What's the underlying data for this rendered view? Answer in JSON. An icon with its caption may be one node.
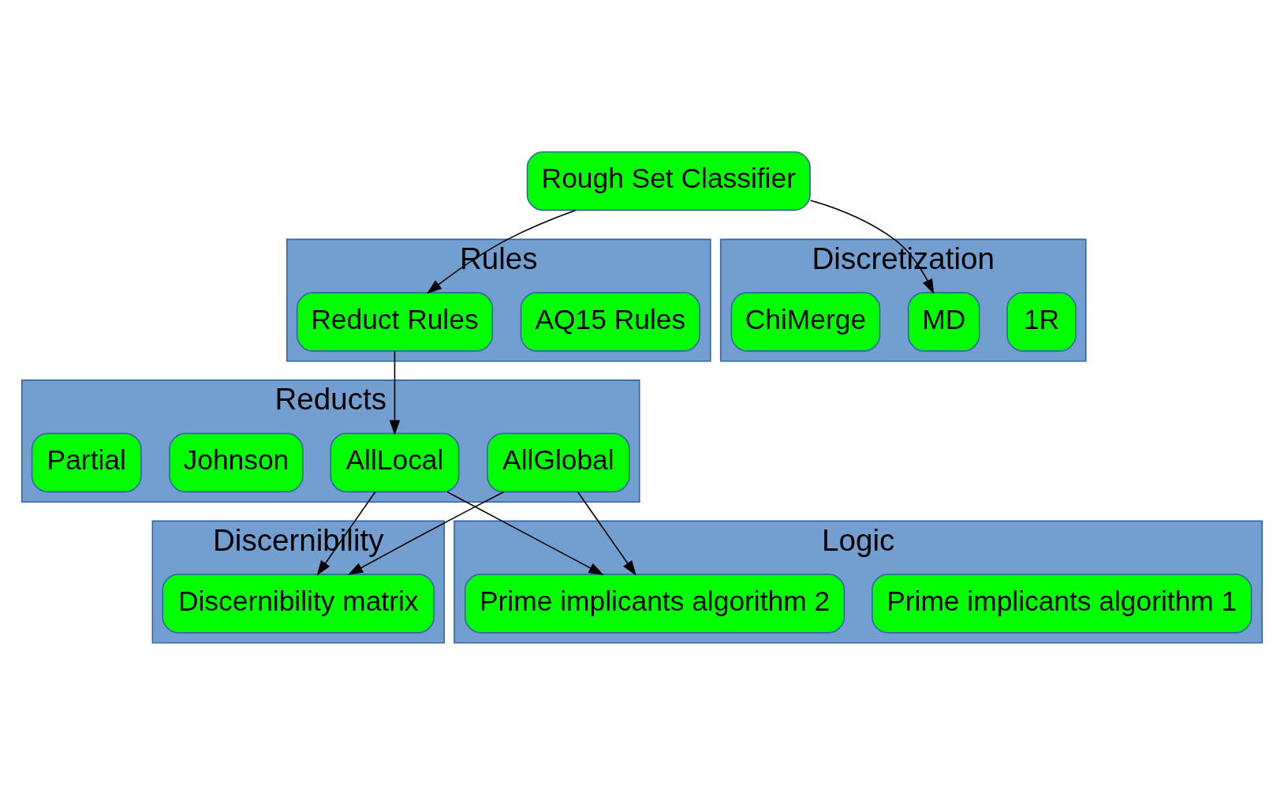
{
  "diagram": {
    "nodes": [
      {
        "text": [
          "Rough Set Classifier"
        ]
      },
      {
        "text": [
          "Rules"
        ]
      },
      {
        "text": [
          "AQ15 Rules"
        ],
        "in": 1
      },
      {
        "text": [
          "Reduct Rules"
        ],
        "in": 1
      },
      {
        "text": [
          "Discernibility"
        ]
      },
      {
        "text": [
          "Discernibility matrix"
        ],
        "in": 4
      },
      {
        "text": [
          "Discretization"
        ]
      },
      {
        "text": [
          "1R"
        ],
        "in": 6
      },
      {
        "text": [
          "MD"
        ],
        "in": 6
      },
      {
        "text": [
          "ChiMerge"
        ],
        "in": 6
      },
      {
        "text": [
          "Reducts"
        ]
      },
      {
        "text": [
          "AllGlobal"
        ],
        "in": 10
      },
      {
        "text": [
          "AllLocal"
        ],
        "in": 10
      },
      {
        "text": [
          "Johnson"
        ],
        "in": 10
      },
      {
        "text": [
          "Partial"
        ],
        "in": 10
      },
      {
        "text": [
          "Logic"
        ]
      },
      {
        "text": [
          "Prime implicants algorithm 1"
        ],
        "in": 15
      },
      {
        "text": [
          "Prime implicants algorithm 2"
        ],
        "in": 15
      }
    ],
    "edges": [
      {
        "from": 0,
        "to": 3,
        "arrow": "to"
      },
      {
        "from": 0,
        "to": 8,
        "arrow": "to"
      },
      {
        "from": 3,
        "to": 12,
        "arrow": "to"
      },
      {
        "from": 11,
        "to": 5,
        "arrow": "to"
      },
      {
        "from": 11,
        "to": 17,
        "arrow": "to"
      },
      {
        "from": 12,
        "to": 5,
        "arrow": "to"
      },
      {
        "from": 12,
        "to": 17,
        "arrow": "to"
      }
    ]
  }
}
